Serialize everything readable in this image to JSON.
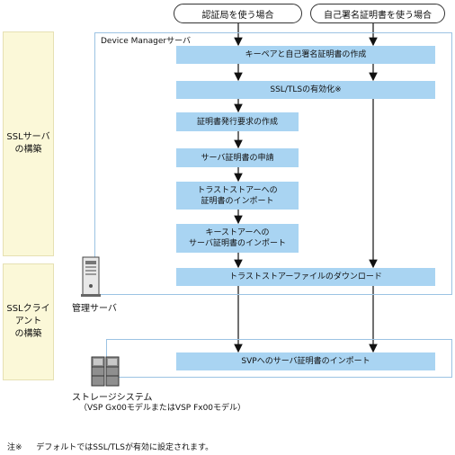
{
  "start": {
    "cert_authority": "認証局を使う場合",
    "self_signed": "自己署名証明書を使う場合"
  },
  "phases": {
    "server": "SSLサーバ\nの構築",
    "client": "SSLクライ\nアント\nの構築"
  },
  "regions": {
    "device_manager": "Device Managerサーバ"
  },
  "steps": {
    "keypair": "キーペアと自己署名証明書の作成",
    "ssl_enable": "SSL/TLSの有効化※",
    "csr": "証明書発行要求の作成",
    "apply": "サーバ証明書の申請",
    "truststore_import": "トラストストアーへの\n証明書のインポート",
    "keystore_import": "キーストアーへの\nサーバ証明書のインポート",
    "truststore_download": "トラストストアーファイルのダウンロード",
    "svp_import": "SVPへのサーバ証明書のインポート"
  },
  "devices": {
    "management_server": "管理サーバ",
    "storage_system": "ストレージシステム",
    "storage_models": "（VSP Gx00モデルまたはVSP Fx00モデル）"
  },
  "footnote": {
    "mark": "注※",
    "text": "デフォルトではSSL/TLSが有効に設定されます。"
  },
  "colors": {
    "phase_bg": "#fbf8d8",
    "step_bg": "#a9d4f2",
    "region_border": "#9cc3e3"
  }
}
